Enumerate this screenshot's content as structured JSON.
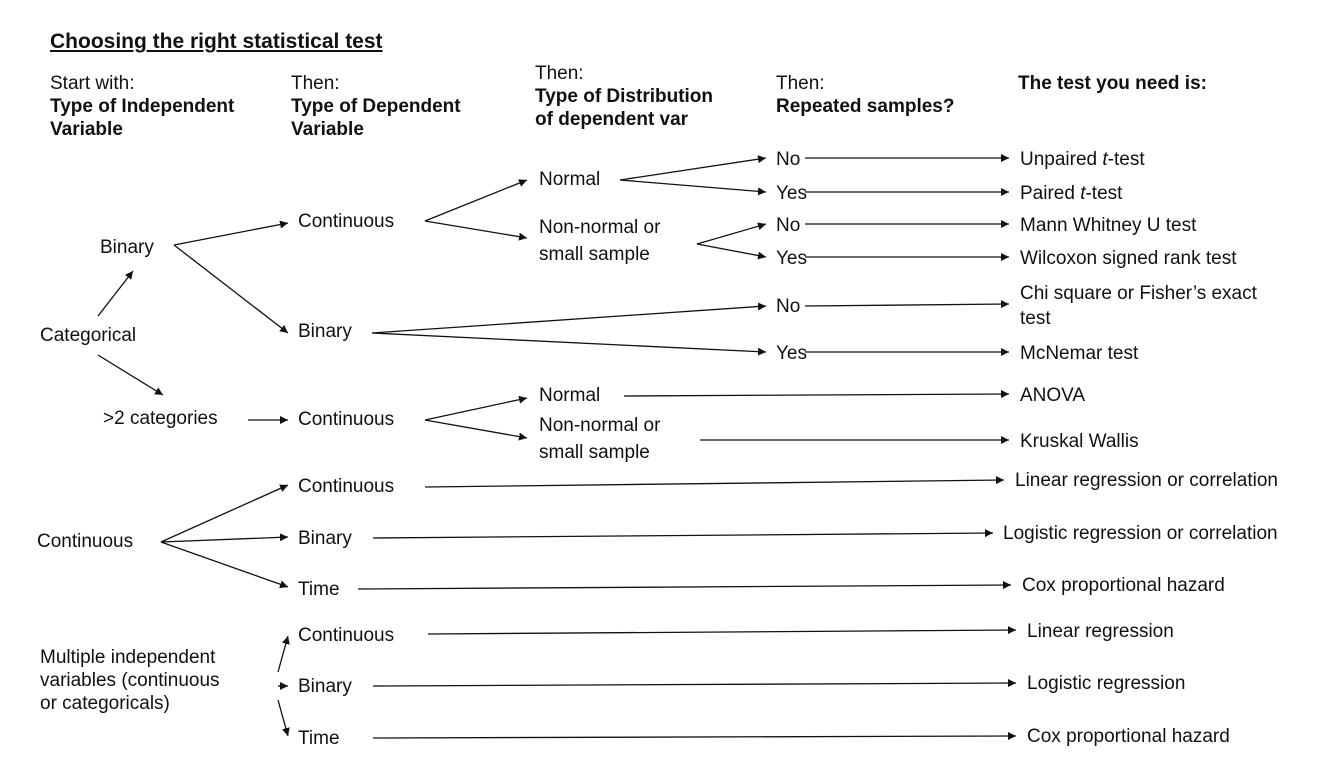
{
  "title": "Choosing the right statistical test",
  "headers": {
    "col1": {
      "prefix": "Start with:",
      "label_line1": "Type of Independent",
      "label_line2": "Variable"
    },
    "col2": {
      "prefix": "Then:",
      "label_line1": "Type of Dependent",
      "label_line2": "Variable"
    },
    "col3": {
      "prefix": "Then:",
      "label_line1": "Type of Distribution",
      "label_line2": "of dependent var"
    },
    "col4": {
      "prefix": "Then:",
      "label_line1": "Repeated samples?"
    },
    "col5": {
      "label_line1": "The test you need is:"
    }
  },
  "nodes": {
    "categorical": "Categorical",
    "binary_iv": "Binary",
    "more_categories": ">2 categories",
    "continuous_iv": "Continuous",
    "multiple_iv_line1": "Multiple independent",
    "multiple_iv_line2": "variables (continuous",
    "multiple_iv_line3": "or categoricals)",
    "dv_continuous_1": "Continuous",
    "dv_binary_1": "Binary",
    "dv_continuous_2": "Continuous",
    "dv_continuous_3": "Continuous",
    "dv_binary_3": "Binary",
    "dv_time_3": "Time",
    "dv_continuous_4": "Continuous",
    "dv_binary_4": "Binary",
    "dv_time_4": "Time",
    "dist_normal_1": "Normal",
    "dist_nonnormal_1_line1": "Non-normal or",
    "dist_nonnormal_1_line2": "small sample",
    "dist_normal_2": "Normal",
    "dist_nonnormal_2_line1": "Non-normal or",
    "dist_nonnormal_2_line2": "small sample",
    "rep_no_1": "No",
    "rep_yes_1": "Yes",
    "rep_no_2": "No",
    "rep_yes_2": "Yes",
    "rep_no_3": "No",
    "rep_yes_3": "Yes"
  },
  "tests": {
    "unpaired_pre": "Unpaired ",
    "unpaired_t": "t",
    "unpaired_post": "-test",
    "paired_pre": "Paired ",
    "paired_t": "t",
    "paired_post": "-test",
    "mann_whitney": "Mann Whitney U test",
    "wilcoxon": "Wilcoxon signed rank test",
    "chi_square_line1": "Chi square or Fisher’s exact",
    "chi_square_line2": "test",
    "mcnemar": "McNemar test",
    "anova": "ANOVA",
    "kruskal": "Kruskal Wallis",
    "linear_corr": "Linear regression or correlation",
    "logistic_corr": "Logistic regression or correlation",
    "cox_1": "Cox proportional hazard",
    "linear": "Linear regression",
    "logistic": "Logistic regression",
    "cox_2": "Cox proportional hazard"
  }
}
